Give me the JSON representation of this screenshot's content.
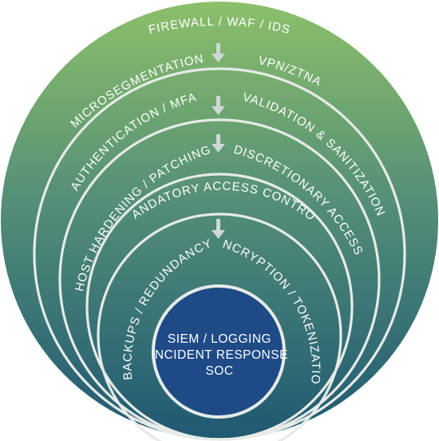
{
  "layers": {
    "l1": {
      "name": "FIREWALL / WAF / IDS"
    },
    "l2": {
      "left": "MICROSEGMENTATION",
      "right": "VPN/ZTNA"
    },
    "l3": {
      "left": "AUTHENTICATION / MFA",
      "right": "VALIDATION & SANITIZATION"
    },
    "l4": {
      "left": "HOST HARDENING / PATCHING",
      "right": "DISCRETIONARY ACCESS",
      "inner": "MANDATORY ACCESS CONTROL"
    },
    "l5": {
      "left": "BACKUPS / REDUNDANCY",
      "right": "ENCRYPTION / TOKENIZATION"
    },
    "core": {
      "line1": "SIEM / LOGGING",
      "line2": "INCIDENT RESPONSE",
      "line3": "SOC"
    }
  },
  "colors": {
    "gradient_top": "#8cc06a",
    "gradient_mid": "#4f8a78",
    "gradient_bottom": "#1f5872",
    "core_fill": "#1e4a86",
    "ring_stroke": "#e6ebe8"
  },
  "icons": [
    "arrow-down-icon",
    "arrow-down-icon",
    "arrow-down-icon",
    "arrow-down-icon"
  ]
}
